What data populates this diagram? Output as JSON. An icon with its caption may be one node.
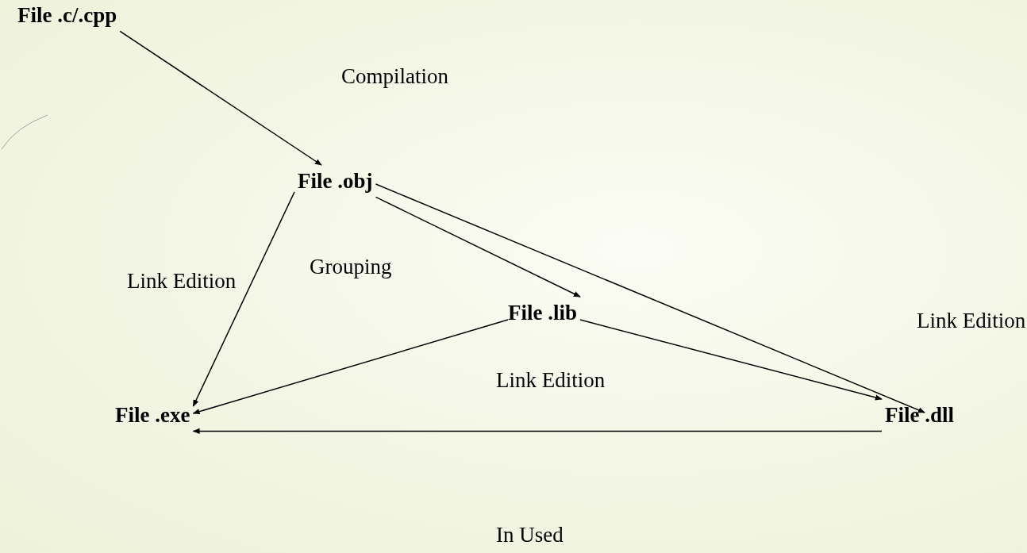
{
  "diagram": {
    "nodes": [
      {
        "text": [
          "File .c/.cpp"
        ]
      },
      {
        "text": [
          "File .obj"
        ]
      },
      {
        "text": [
          "File .lib"
        ]
      },
      {
        "text": [
          "File .exe"
        ]
      },
      {
        "text": [
          "File .dll"
        ]
      }
    ],
    "edges": [
      {
        "from": 0,
        "to": 1,
        "arrow": "to",
        "label": "Compilation"
      },
      {
        "from": 1,
        "to": 3,
        "arrow": "to",
        "label": "Link Edition"
      },
      {
        "from": 1,
        "to": 2,
        "arrow": "to",
        "label": "Grouping"
      },
      {
        "from": 1,
        "to": 4,
        "arrow": "to",
        "label": "Link Edition"
      },
      {
        "from": 2,
        "to": 3,
        "arrow": "to"
      },
      {
        "from": 2,
        "to": 4,
        "arrow": "to"
      },
      {
        "from": 4,
        "to": 3,
        "arrow": "to",
        "label": "Link Edition"
      }
    ],
    "labels": [
      "In Used"
    ]
  }
}
